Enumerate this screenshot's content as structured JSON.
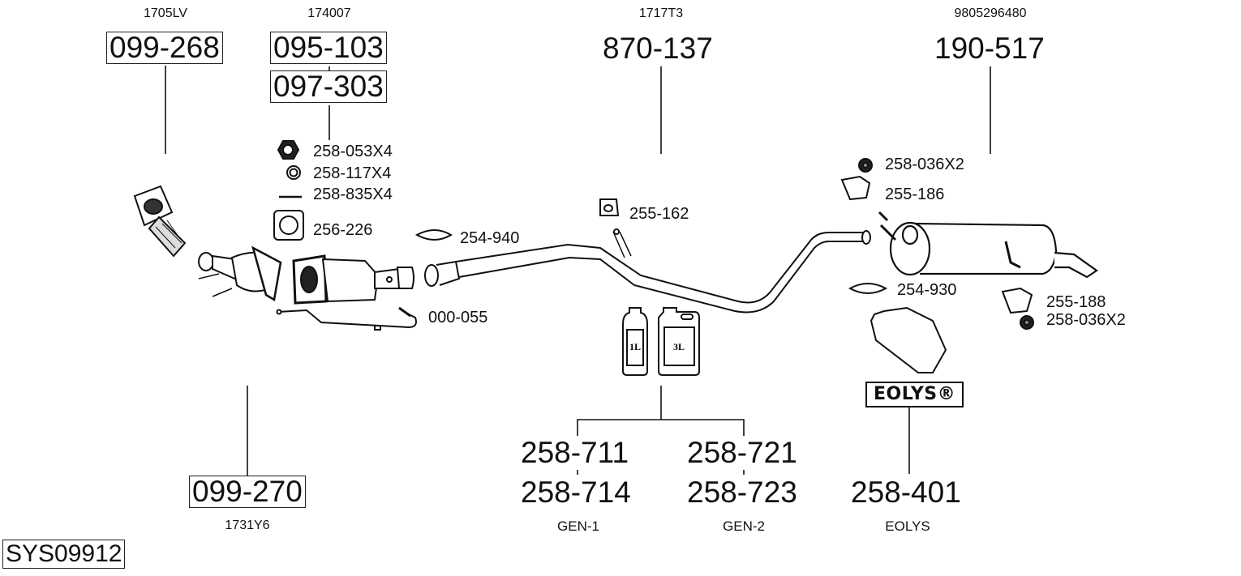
{
  "diagram": {
    "system_id": "SYS09912",
    "groups": [
      {
        "key": "front_pipe",
        "oe_number": "1705LV",
        "part_numbers": [
          "099-268"
        ]
      },
      {
        "key": "catalyst",
        "oe_number": "174007",
        "part_numbers": [
          "095-103",
          "097-303"
        ]
      },
      {
        "key": "middle_pipe",
        "oe_number": "1717T3",
        "part_numbers": [
          "870-137"
        ]
      },
      {
        "key": "rear_silencer",
        "oe_number": "9805296480",
        "part_numbers": [
          "190-517"
        ]
      },
      {
        "key": "dpf",
        "oe_number": "1731Y6",
        "part_numbers": [
          "099-270"
        ]
      },
      {
        "key": "gen1",
        "label": "GEN-1",
        "part_numbers": [
          "258-711",
          "258-714"
        ]
      },
      {
        "key": "gen2",
        "label": "GEN-2",
        "part_numbers": [
          "258-721",
          "258-723"
        ]
      },
      {
        "key": "eolys",
        "label": "EOLYS",
        "part_numbers": [
          "258-401"
        ],
        "logo_text": "EOLYS®"
      }
    ],
    "accessories": [
      {
        "part": "258-053X4",
        "icon": "nut-icon"
      },
      {
        "part": "258-117X4",
        "icon": "washer-icon"
      },
      {
        "part": "258-835X4",
        "icon": "bolt-icon"
      },
      {
        "part": "256-226",
        "icon": "gasket-icon"
      },
      {
        "part": "254-940",
        "icon": "clamp-icon"
      },
      {
        "part": "255-162",
        "icon": "rubber-mount-icon"
      },
      {
        "part": "000-055",
        "icon": "sensor-pipe-icon"
      },
      {
        "part": "258-036X2",
        "icon": "nut-icon"
      },
      {
        "part": "255-186",
        "icon": "mounting-bracket-icon"
      },
      {
        "part": "254-930",
        "icon": "clamp-icon"
      },
      {
        "part": "255-188",
        "icon": "mounting-bracket-icon"
      },
      {
        "part": "258-036X2",
        "icon": "nut-icon"
      }
    ],
    "fluid_containers": [
      {
        "label": "1L",
        "icon": "bottle-icon"
      },
      {
        "label": "3L",
        "icon": "jerrycan-icon"
      }
    ]
  }
}
